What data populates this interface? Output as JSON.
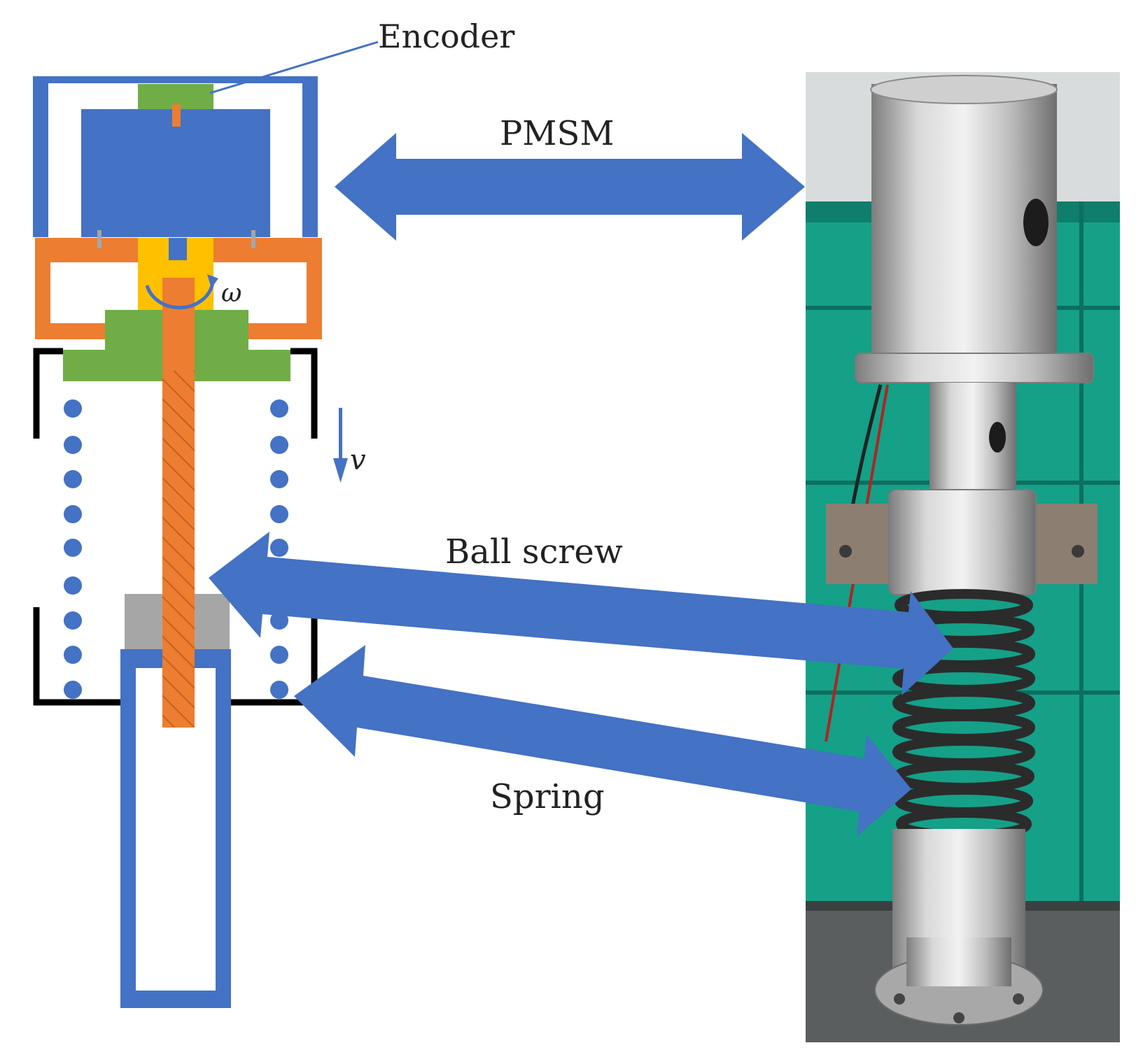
{
  "labels": {
    "encoder": "Encoder",
    "pmsm": "PMSM",
    "ball_screw": "Ball screw",
    "spring": "Spring",
    "omega": "ω",
    "v": "v"
  },
  "colors": {
    "blue": "#4472c4",
    "orange": "#ed7d31",
    "green": "#70ad47",
    "yellow": "#ffc000",
    "gray": "#a6a6a6",
    "black": "#000000",
    "teal": "#1a9e8a",
    "steel": "#b8b8b8"
  }
}
